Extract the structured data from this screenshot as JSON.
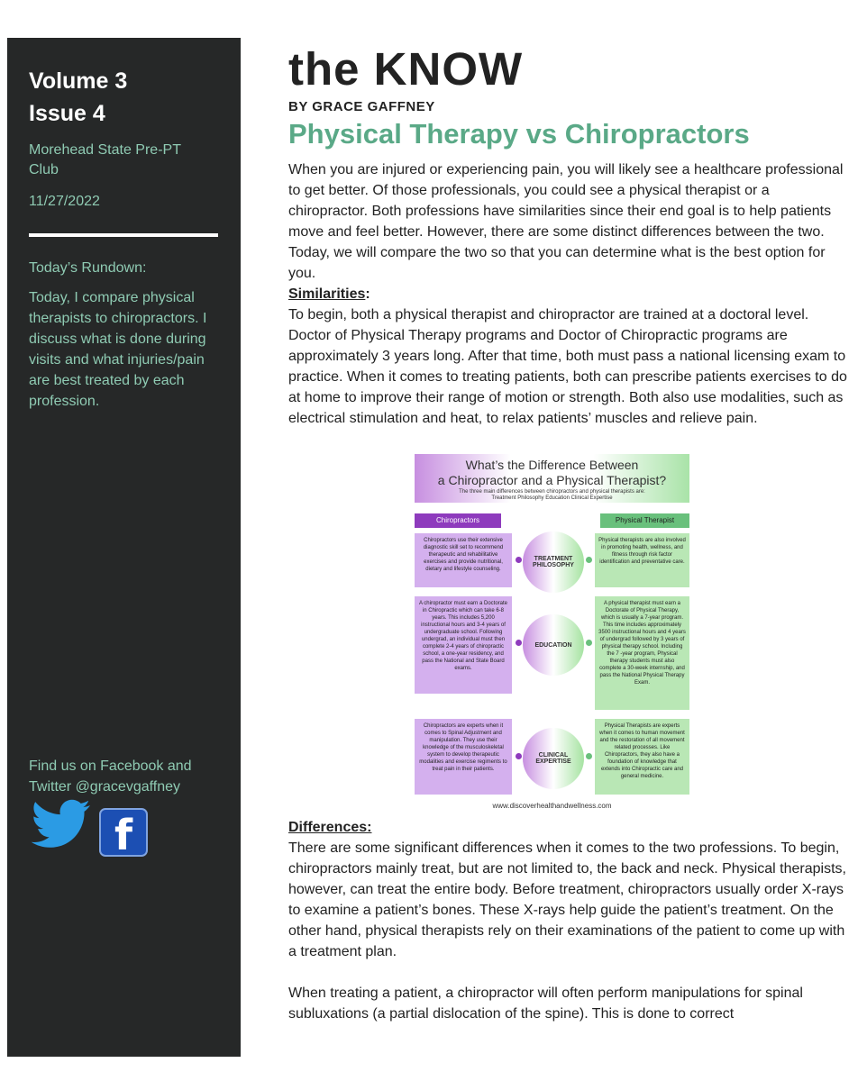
{
  "sidebar": {
    "volume": "Volume 3",
    "issue": "Issue 4",
    "club": "Morehead State Pre-PT Club",
    "date": "11/27/2022",
    "rundown_heading": "Today’s Rundown:",
    "rundown_text": "Today, I compare physical therapists to chiropractors. I discuss what is done during visits and what injuries/pain are best treated by each profession.",
    "follow_text": "Find us on Facebook and Twitter @gracevgaffney",
    "twitter_icon": "twitter-bird-icon",
    "facebook_icon": "facebook-icon",
    "facebook_glyph": "f"
  },
  "main": {
    "masthead": "the KNOW",
    "byline": "BY GRACE GAFFNEY",
    "headline": "Physical Therapy vs Chiropractors",
    "intro": "When you are injured or experiencing pain, you will likely see a healthcare professional to get better. Of those professionals, you could see a physical therapist or a chiropractor. Both professions have similarities since their end goal is to help patients move and feel better. However, there are some distinct differences between the two. Today, we will compare the two so that you can determine what is the best option for you.",
    "similarities_heading": "Similarities",
    "similarities_colon": ":",
    "similarities_text": "To begin, both a physical therapist and chiropractor are trained at a doctoral level. Doctor of Physical Therapy programs and Doctor of Chiropractic programs are approximately 3 years long. After that time, both must pass a national licensing exam to practice. When it comes to treating patients, both can prescribe patients exercises to do at home to improve their range of motion or strength. Both also use modalities, such as electrical stimulation and heat, to relax patients’ muscles and relieve pain.",
    "differences_heading": "Differences:",
    "differences_text": "There are some significant differences when it comes to the two professions. To begin, chiropractors mainly treat, but are not limited to, the back and neck. Physical therapists, however, can treat the entire body. Before treatment, chiropractors usually order X-rays to examine a patient’s bones. These X-rays help guide the patient’s treatment. On the other hand, physical therapists rely on their examinations of the patient to come up with a treatment plan.",
    "treating_text": "When treating a patient, a chiropractor will often perform manipulations for spinal subluxations (a partial dislocation of the spine). This is done to correct"
  },
  "infographic": {
    "title_line1": "What’s the Difference Between",
    "title_line2": "a Chiropractor and a Physical Therapist?",
    "subtitle": "The three main differences between chiropractors and physical therapists are:",
    "categories": "Treatment Philosophy   Education   Clinical Expertise",
    "left_header": "Chiropractors",
    "right_header": "Physical Therapist",
    "rows": [
      {
        "label": "TREATMENT PHILOSOPHY",
        "left": "Chiropractors use their extensive diagnostic skill set to recommend therapeutic and rehabilitative exercises and provide nutritional, dietary and lifestyle counseling.",
        "right": "Physical therapists are also involved in promoting health, wellness, and fitness through risk factor identification and preventative care."
      },
      {
        "label": "EDUCATION",
        "left": "A chiropractor must earn a Doctorate in Chiropractic which can take 6-8 years. This includes 5,200 instructional hours and 3-4 years of undergraduate school. Following undergrad, an individual must then complete 2-4 years of chiropractic school, a one-year residency, and pass the National and State Board exams.",
        "right": "A physical therapist must earn a Doctorate of Physical Therapy, which is usually a 7-year program. This time includes approximately 3500 instructional hours and 4 years of undergrad followed by 3 years of physical therapy school. Including the 7 -year program, Physical therapy students must also complete a 30-week internship, and pass the National Physical Therapy Exam."
      },
      {
        "label": "CLINICAL EXPERTISE",
        "left": "Chiropractors are experts when it comes to Spinal Adjustment and manipulation. They use their knowledge of the musculoskeletal system to develop therapeutic modalities and exercise regiments to treat pain in their patients.",
        "right": "Physical Therapists are experts when it comes to human movement and the restoration of all movement related processes. Like Chiropractors, they also have a foundation of knowledge that extends into Chiropractic care and general medicine."
      }
    ],
    "url": "www.discoverhealthandwellness.com"
  },
  "colors": {
    "sidebar_bg": "#262828",
    "accent_green": "#5aa987",
    "sidebar_text": "#8fcbb3",
    "chiro_purple": "#8e3bbd",
    "pt_green": "#69c07c"
  }
}
